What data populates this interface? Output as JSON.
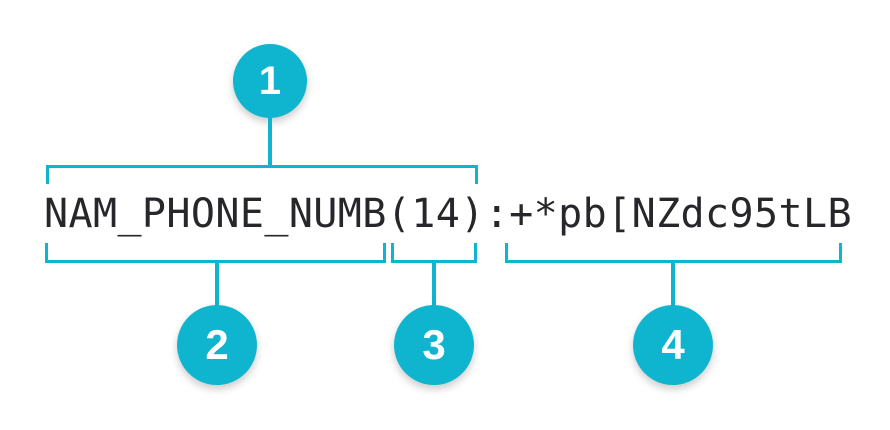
{
  "diagram": {
    "string": {
      "full": "NAM_PHONE_NUMB(14):+*pb[NZdc95tLB",
      "segments": {
        "field_name": "NAM_PHONE_NUMB",
        "length": "(14)",
        "separator": ":",
        "value": "+*pb[NZdc95tLB"
      }
    },
    "callouts": [
      {
        "number": "1"
      },
      {
        "number": "2"
      },
      {
        "number": "3"
      },
      {
        "number": "4"
      }
    ],
    "colors": {
      "accent": "#0fb4cf",
      "text": "#27272b",
      "background": "#ffffff",
      "badge_number": "#ffffff"
    }
  }
}
